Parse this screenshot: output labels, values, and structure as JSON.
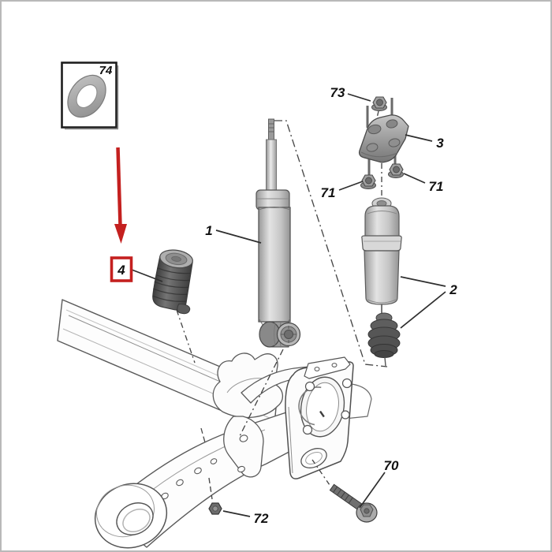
{
  "callouts": {
    "part74": {
      "label": "74"
    },
    "part73": {
      "label": "73"
    },
    "part3": {
      "label": "3"
    },
    "part71_left": {
      "label": "71"
    },
    "part71_right": {
      "label": "71"
    },
    "part1": {
      "label": "1"
    },
    "part2": {
      "label": "2"
    },
    "part4": {
      "label": "4"
    },
    "part70": {
      "label": "70"
    },
    "part72": {
      "label": "72"
    }
  },
  "colors": {
    "highlight": "#c4201f",
    "line": "#474747"
  }
}
